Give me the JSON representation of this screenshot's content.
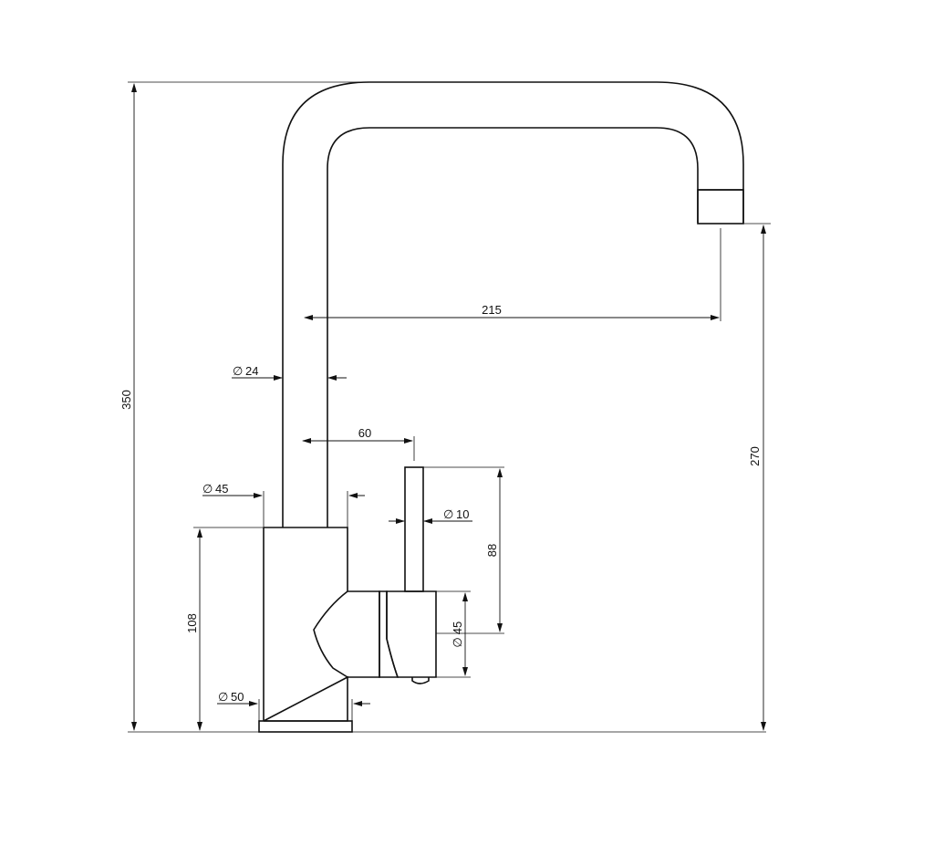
{
  "dimensions": {
    "total_height": "350",
    "spout_height": "270",
    "spout_reach": "215",
    "pipe_diameter": "24",
    "lever_offset": "60",
    "column_diameter": "45",
    "lever_diameter": "10",
    "lever_length": "88",
    "body_height": "108",
    "handle_diameter": "45",
    "base_diameter": "50"
  },
  "symbols": {
    "diameter": "∅"
  }
}
